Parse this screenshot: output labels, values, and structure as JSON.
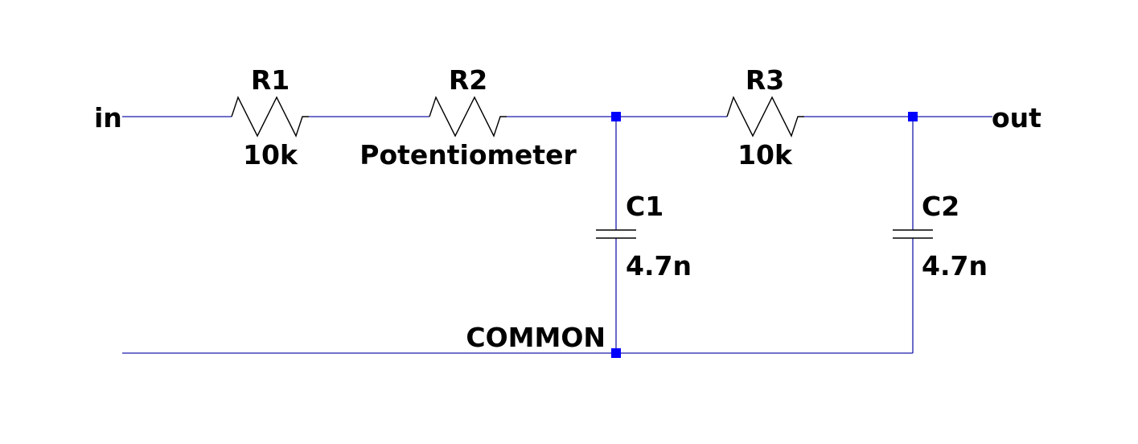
{
  "nets": {
    "input": "in",
    "output": "out",
    "ground": "COMMON"
  },
  "components": {
    "r1": {
      "ref": "R1",
      "value": "10k"
    },
    "r2": {
      "ref": "R2",
      "value": "Potentiometer"
    },
    "r3": {
      "ref": "R3",
      "value": "10k"
    },
    "c1": {
      "ref": "C1",
      "value": "4.7n"
    },
    "c2": {
      "ref": "C2",
      "value": "4.7n"
    }
  },
  "colors": {
    "wire": "#1a1aaa",
    "junction": "#0000ff",
    "component": "#000000",
    "text": "#000000",
    "background": "#ffffff"
  }
}
